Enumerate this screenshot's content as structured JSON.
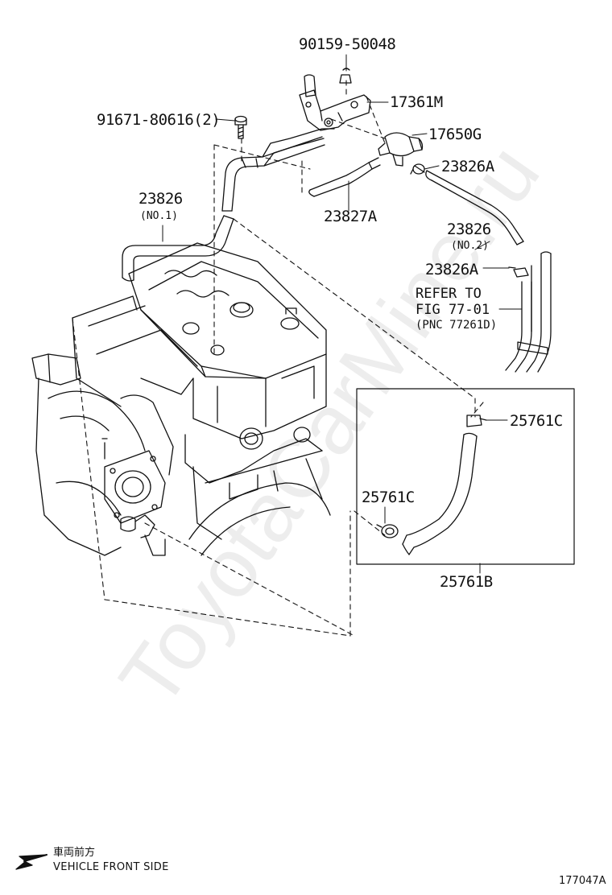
{
  "parts": {
    "bolt_top": "90159-50048",
    "bracket": "17361M",
    "bolt_left": "91671-80616(2)",
    "valve": "17650G",
    "clamp_a_top": "23826A",
    "hose_a": "23827A",
    "hose_no1": "23826",
    "hose_no1_sub": "(NO.1)",
    "hose_no2": "23826",
    "hose_no2_sub": "(NO.2)",
    "clamp_a_lower": "23826A",
    "clamp_c_right": "25761C",
    "clamp_c_left": "25761C",
    "hose_b": "25761B"
  },
  "refer": {
    "line1": "REFER TO",
    "line2": "FIG 77-01",
    "line3": "(PNC 77261D)"
  },
  "watermark": "ToyotaCarMine.ru",
  "front": {
    "jp": "車両前方",
    "en": "VEHICLE FRONT SIDE"
  },
  "figure_number": "177047A",
  "colors": {
    "line": "#111111",
    "watermark": "#eeeeee"
  }
}
